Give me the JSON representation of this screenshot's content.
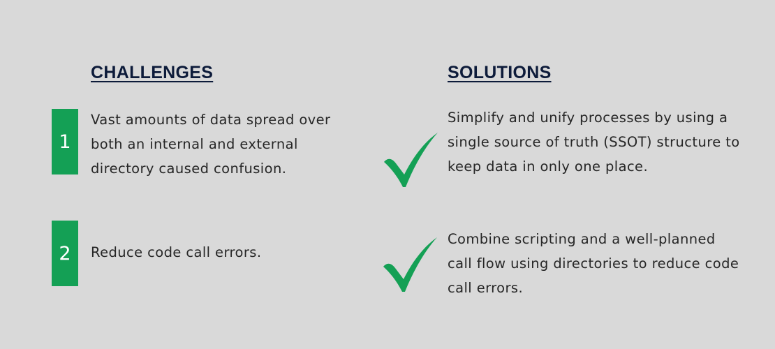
{
  "colors": {
    "background": "#d9d9d9",
    "heading": "#0d1b3a",
    "accent_green": "#14a055",
    "body_text": "#262626"
  },
  "challenges": {
    "heading": "CHALLENGES",
    "items": [
      {
        "number": "1",
        "text": "Vast amounts of data spread over both an internal and external directory caused confusion."
      },
      {
        "number": "2",
        "text": "Reduce code call errors."
      }
    ]
  },
  "solutions": {
    "heading": "SOLUTIONS",
    "icon": "checkmark-icon",
    "items": [
      {
        "text": "Simplify and unify processes by using a single source of truth (SSOT) structure to keep data in only one place."
      },
      {
        "text": "Combine scripting and a well-planned call flow using directories to reduce code call errors."
      }
    ]
  }
}
